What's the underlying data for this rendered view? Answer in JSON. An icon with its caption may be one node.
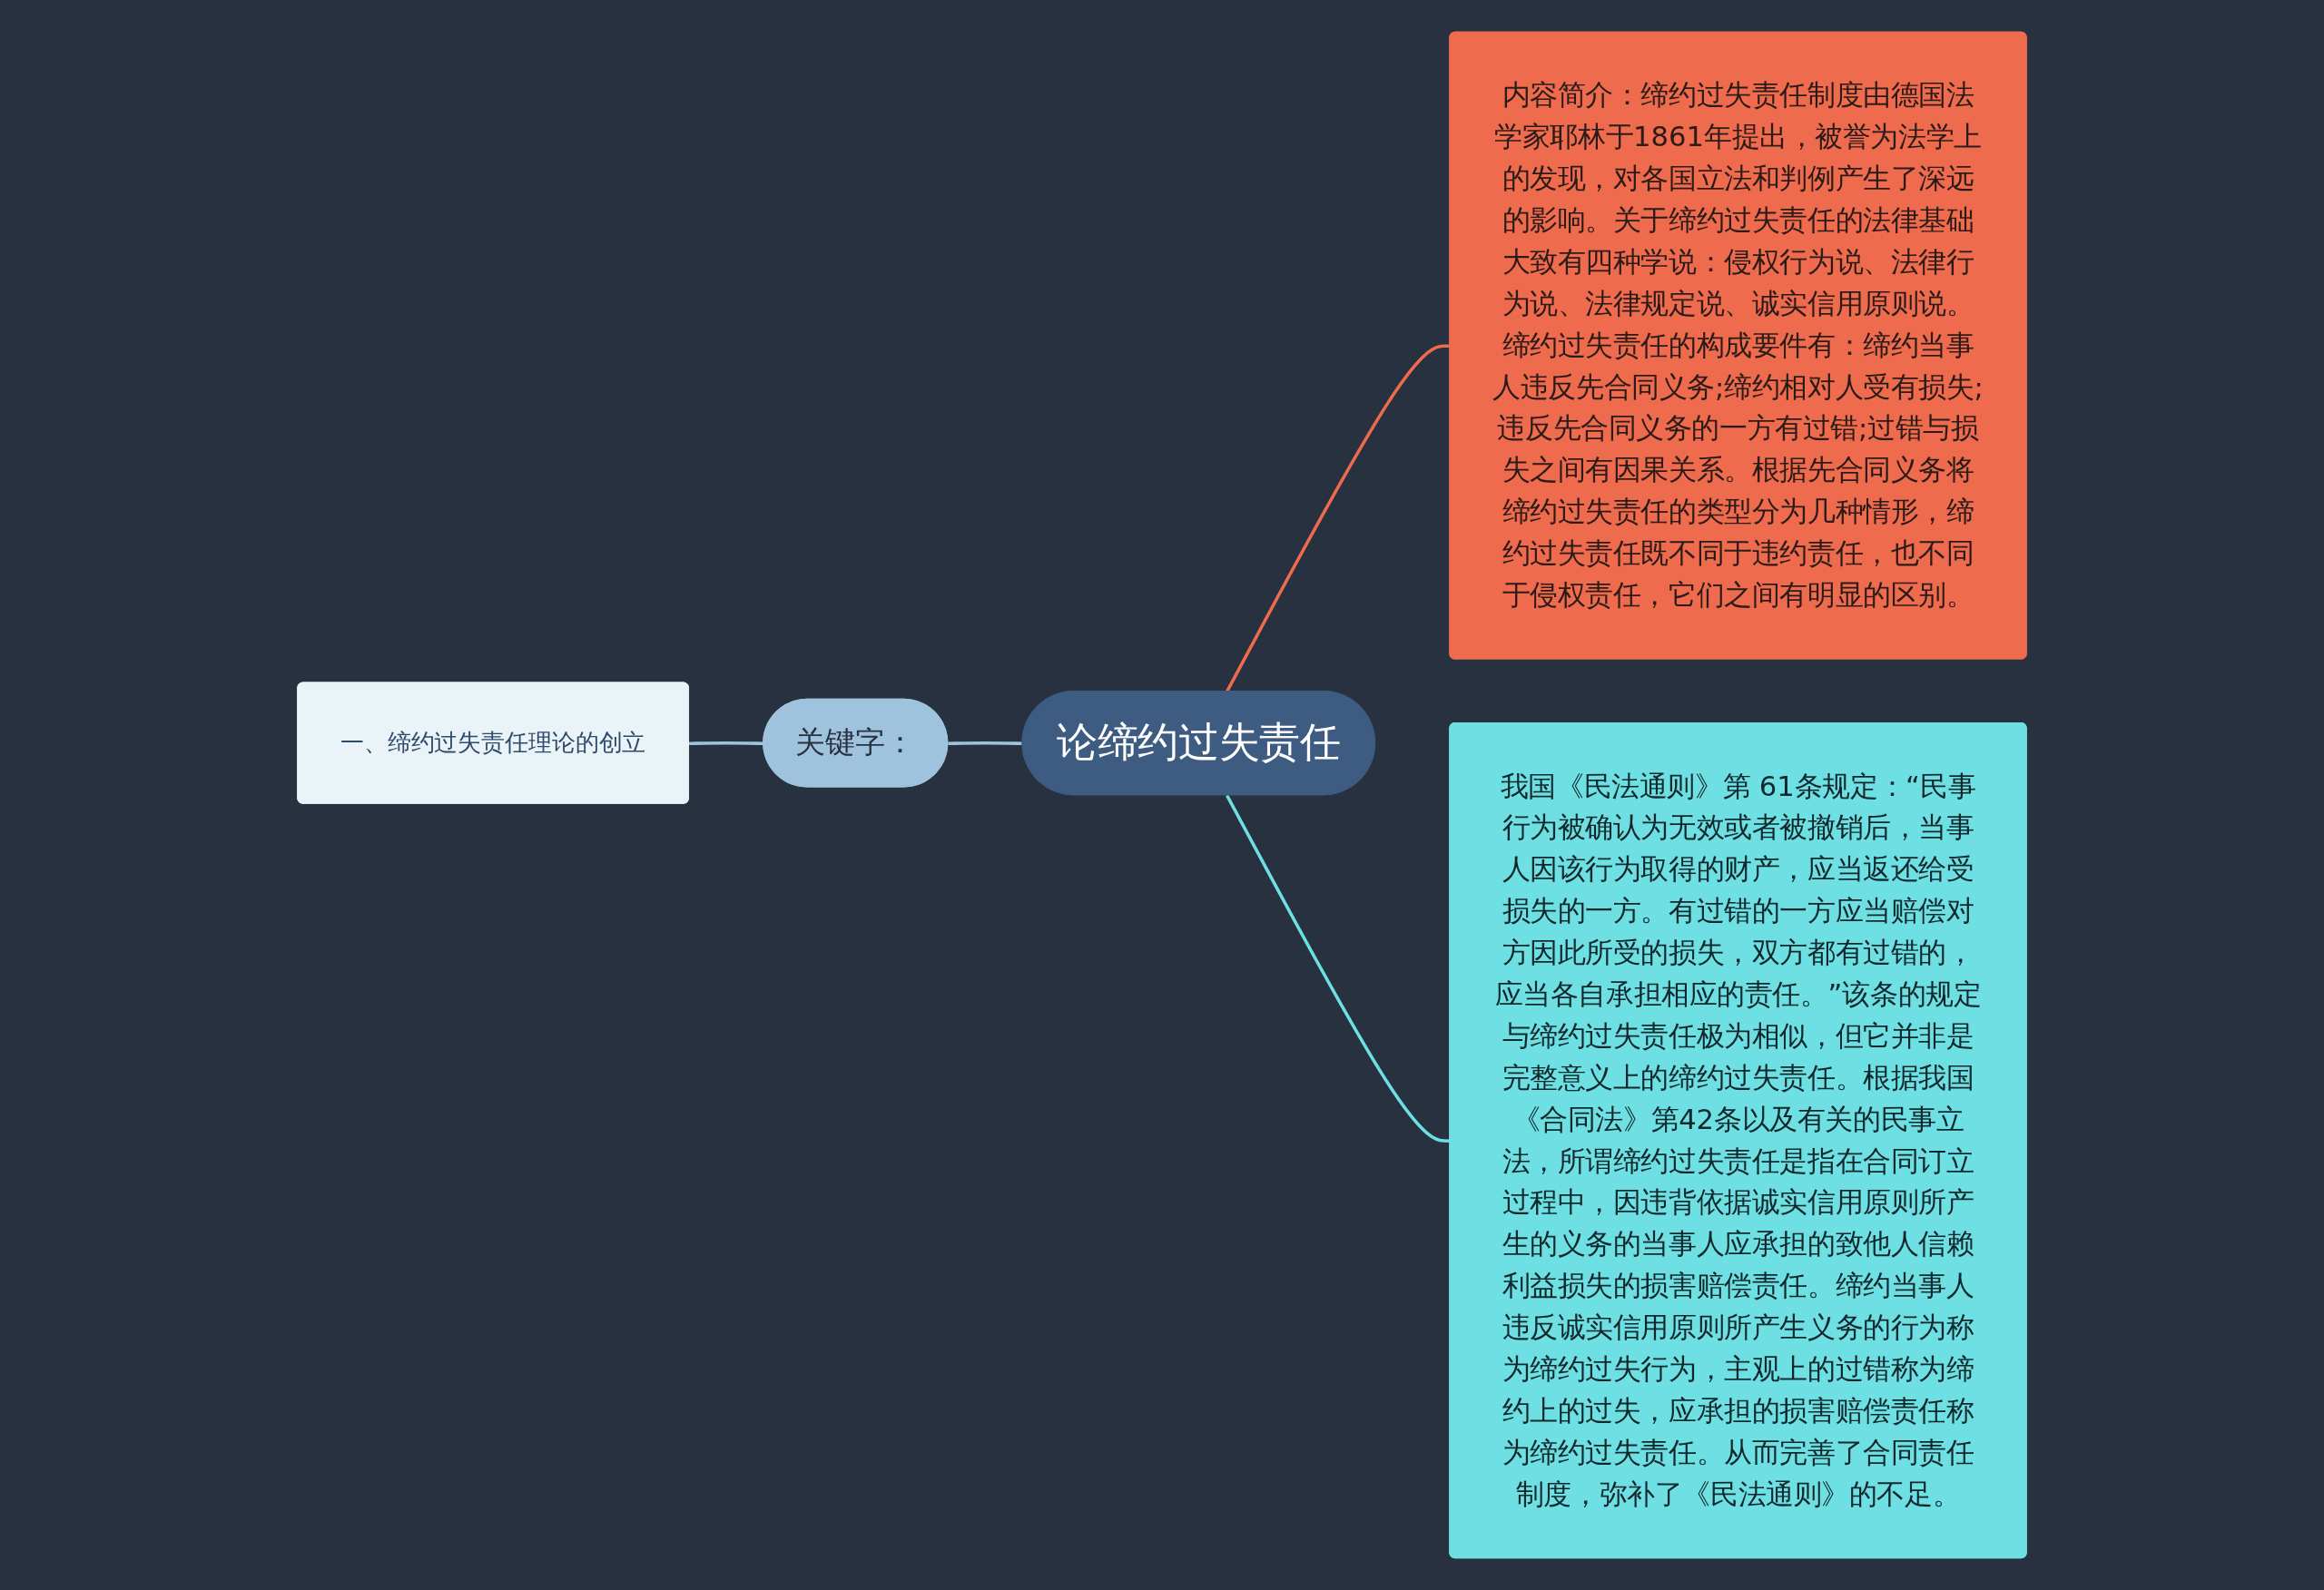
{
  "diagram": {
    "nodes": [
      {
        "text": [
          "一、缔约过失责任理论的创立"
        ]
      },
      {
        "text": [
          "关键字："
        ]
      },
      {
        "text": [
          "论缔约过失责任"
        ]
      },
      {
        "text": [
          "内容简介：缔约过失责任制度由德国法学家耶林于1861年提出，被誉为法学上的发现，对各国立法和判例产生了深远的影响。关于缔约过失责任的法律基础大致有四种学说：侵权行为说、法律行为说、法律规定说、诚实信用原则说。缔约过失责任的构成要件有：缔约当事人违反先合同义务;缔约相对人受有损失;违反先合同义务的一方有过错;过错与损失之间有因果关系。根据先合同义务将缔约过失责任的类型分为几种情形，缔约过失责任既不同于违约责任，也不同于侵权责任，它们之间有明显的区别。"
        ]
      },
      {
        "text": [
          "我国《民法通则》第 61条规定：“民事行为被确认为无效或者被撤销后，当事人因该行为取得的财产，应当返还给受损失的一方。有过错的一方应当赔偿对方因此所受的损失，双方都有过错的，应当各自承担相应的责任。”该条的规定与缔约过失责任极为相似，但它并非是完整意义上的缔约过失责任。根据我国《合同法》第42条以及有关的民事立法，所谓缔约过失责任是指在合同订立过程中，因违背依据诚实信用原则所产生的义务的当事人应承担的致他人信赖利益损失的损害赔偿责任。缔约当事人违反诚实信用原则所产生义务的行为称为缔约过失行为，主观上的过错称为缔约上的过失，应承担的损害赔偿责任称为缔约过失责任。从而完善了合同责任制度，弥补了《民法通则》的不足。"
        ]
      }
    ],
    "edges": [
      {
        "from": 0,
        "to": 1,
        "arrow": "none",
        "color": "#9ec4dd"
      },
      {
        "from": 1,
        "to": 2,
        "arrow": "none",
        "color": "#9ec4dd"
      },
      {
        "from": 2,
        "to": 3,
        "arrow": "none",
        "color": "#ee6b4d"
      },
      {
        "from": 2,
        "to": 4,
        "arrow": "none",
        "color": "#6edfe3"
      }
    ]
  }
}
